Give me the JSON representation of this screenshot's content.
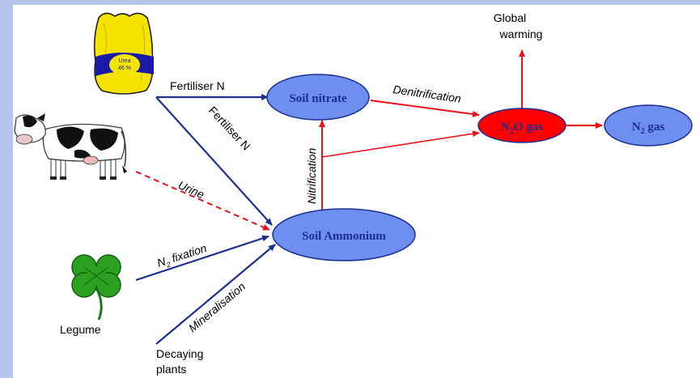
{
  "nodes": {
    "soil_nitrate": "Soil nitrate",
    "soil_ammonium": "Soil Ammonium",
    "n2o_gas": {
      "prefix": "N",
      "sub": "2",
      "suffix": "O gas"
    },
    "n2_gas": {
      "prefix": "N",
      "sub": "2",
      "suffix": " gas"
    }
  },
  "labels": {
    "global_warming_line1": "Global",
    "global_warming_line2": "warming",
    "fertiliser_n_top": "Fertiliser N",
    "fertiliser_n_diag": "Fertiliser N",
    "denitrification": "Denitrification",
    "nitrification": "Nitrification",
    "urine": "Urine",
    "n2_fixation": {
      "prefix": "N",
      "sub": "2",
      "suffix": " fixation"
    },
    "mineralisation": "Mineralisation",
    "legume": "Legume",
    "decaying_line1": "Decaying",
    "decaying_line2": "plants"
  },
  "urea_bag": {
    "line1": "Urea",
    "line2": "46 %"
  },
  "colors": {
    "blue_arrow": "#1a2f8f",
    "red_arrow": "#e8101a",
    "node_blue": "#6f8ff0",
    "node_red": "#ff0000",
    "node_text": "#1a2f8f",
    "bag_yellow": "#f5e400",
    "clover_green": "#2ca020"
  }
}
